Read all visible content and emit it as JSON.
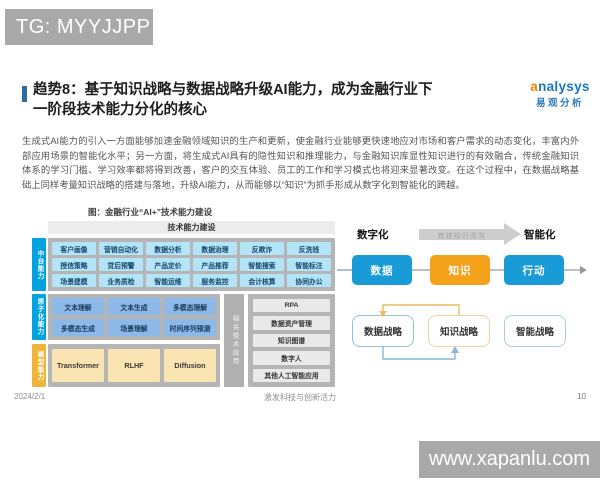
{
  "watermarks": {
    "top": "TG: MYYJJPP",
    "bottom": "www.xapanlu.com"
  },
  "slide": {
    "title_line1": "趋势8：基于知识战略与数据战略升级AI能力，成为金融行业下",
    "title_line2": "一阶段技术能力分化的核心",
    "logo": {
      "name": "analysys",
      "subtitle": "易观分析"
    },
    "body": "生成式AI能力的引入一方面能够加速金融领域知识的生产和更新，使金融行业能够更快速地应对市场和客户需求的动态变化，丰富内外部应用场景的智能化水平；另一方面，将生成式AI具有的隐性知识和推理能力，与金融知识库显性知识进行的有效融合，传统金融知识体系的学习门槛、学习效率都将得到改善，客户的交互体验、员工的工作和学习模式也将迎来显著改变。在这个过程中，在数据战略基础上同样考量知识战略的搭建与落地，升级AI能力，从而能够以“知识”为抓手形成从数字化到智能化的跨越。",
    "figure": {
      "caption": "图：金融行业“AI+”技术能力建设",
      "header": "技术能力建设",
      "mid": {
        "label": "中台能力",
        "cells": [
          "客户画像",
          "营销自动化",
          "数据分析",
          "数据治理",
          "反欺诈",
          "反洗钱",
          "授信策略",
          "贷后预警",
          "产品定价",
          "产品推荐",
          "智能搜索",
          "智能标注",
          "场景建模",
          "业务质检",
          "智能运维",
          "服务监控",
          "会计核算",
          "协同办公"
        ]
      },
      "atomic": {
        "label": "原子化能力",
        "cells": [
          "文本理解",
          "文本生成",
          "多模态理解",
          "多模态生成",
          "场景理解",
          "时间序列预测"
        ]
      },
      "model": {
        "label": "模型能力",
        "cells": [
          "Transformer",
          "RLHF",
          "Diffusion"
        ]
      },
      "related": {
        "label": "相关技术应用",
        "cells": [
          "RPA",
          "数据资产管理",
          "知识图谱",
          "数字人",
          "其他人工智能应用"
        ]
      }
    },
    "flow": {
      "digital": "数字化",
      "bridge": "跨越知识鸿沟",
      "intelligent": "智能化",
      "nodes": [
        "数据",
        "知识",
        "行动"
      ],
      "strategies": [
        "数据战略",
        "知识战略",
        "智能战略"
      ]
    },
    "footer": {
      "date": "2024/2/1",
      "center": "激发科技与创新活力",
      "page": "10"
    },
    "colors": {
      "accent_blue": "#2e6da4",
      "node_blue": "#189bd7",
      "node_orange": "#f5a21b",
      "label_blue": "#00a2e0",
      "label_orange": "#efb53a"
    }
  }
}
